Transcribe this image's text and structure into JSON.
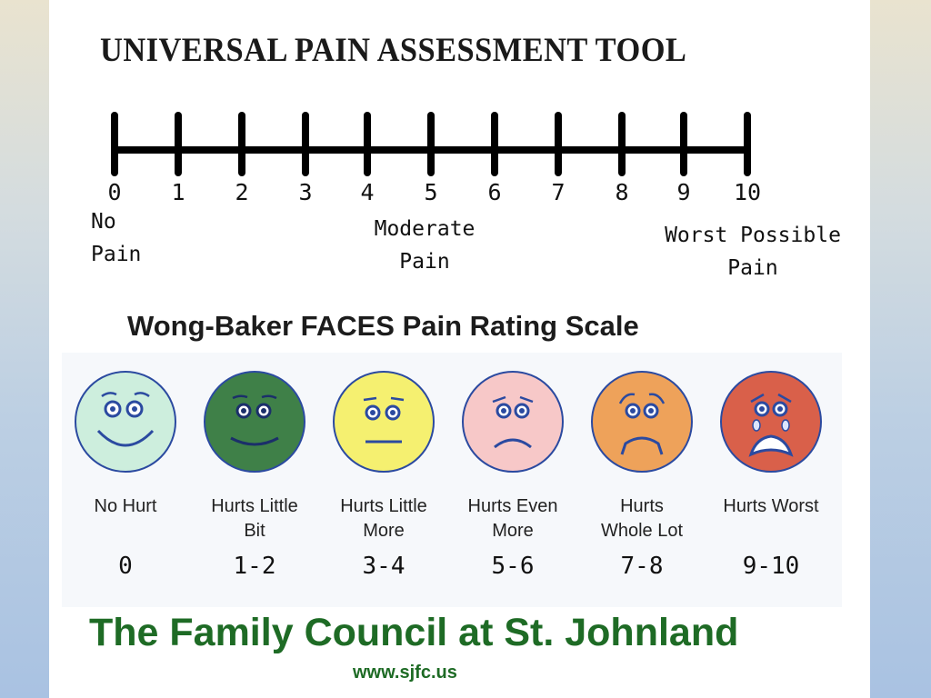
{
  "title": "UNIVERSAL PAIN ASSESSMENT TOOL",
  "scale": {
    "ticks": [
      "0",
      "1",
      "2",
      "3",
      "4",
      "5",
      "6",
      "7",
      "8",
      "9",
      "10"
    ],
    "anchors": {
      "low": [
        "No",
        "Pain"
      ],
      "mid": [
        "Moderate",
        "Pain"
      ],
      "high": [
        "Worst Possible",
        "Pain"
      ]
    }
  },
  "faces_title": "Wong-Baker FACES Pain Rating Scale",
  "faces": [
    {
      "label_line1": "No Hurt",
      "label_line2": "",
      "range": "0",
      "color": "#cdeedd"
    },
    {
      "label_line1": "Hurts Little",
      "label_line2": "Bit",
      "range": "1-2",
      "color": "#3f8048"
    },
    {
      "label_line1": "Hurts Little",
      "label_line2": "More",
      "range": "3-4",
      "color": "#f5f070"
    },
    {
      "label_line1": "Hurts Even",
      "label_line2": "More",
      "range": "5-6",
      "color": "#f7c8c8"
    },
    {
      "label_line1": "Hurts",
      "label_line2": "Whole Lot",
      "range": "7-8",
      "color": "#eea25a"
    },
    {
      "label_line1": "Hurts Worst",
      "label_line2": "",
      "range": "9-10",
      "color": "#d9604a"
    }
  ],
  "organization": "The Family Council at St. Johnland",
  "website": "www.sjfc.us",
  "colors": {
    "org_text": "#1e6b25",
    "face_outline": "#2b4aa0"
  }
}
